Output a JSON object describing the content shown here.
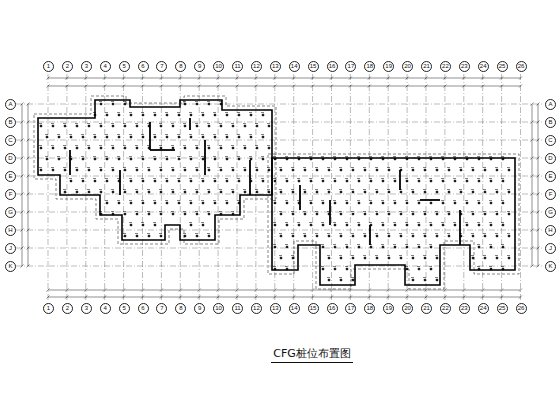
{
  "diagram": {
    "title": "CFG桩位布置图",
    "labels": [
      "1",
      "2",
      "3",
      "4",
      "5",
      "6",
      "7",
      "8",
      "9",
      "10",
      "11",
      "12",
      "13",
      "14",
      "15",
      "16",
      "17",
      "18",
      "19",
      "20",
      "21",
      "22",
      "23",
      "24",
      "25",
      "26",
      "1",
      "2",
      "3",
      "4",
      "5",
      "6",
      "7",
      "8",
      "9",
      "10",
      "11",
      "12",
      "13",
      "14",
      "15",
      "16",
      "17",
      "18",
      "19",
      "20",
      "21",
      "22",
      "23",
      "24",
      "25",
      "26",
      "A",
      "B",
      "C",
      "D",
      "E",
      "F",
      "G",
      "H",
      "J",
      "K",
      "A",
      "B",
      "C",
      "D",
      "E",
      "F",
      "G",
      "H",
      "J",
      "K"
    ]
  }
}
